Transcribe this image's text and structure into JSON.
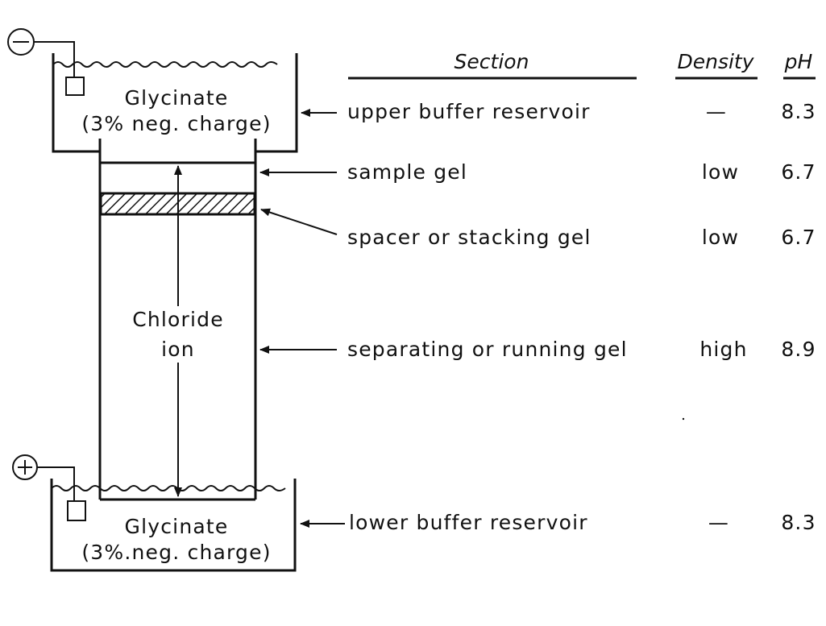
{
  "diagram": {
    "headers": {
      "section": "Section",
      "density": "Density",
      "ph": "pH"
    },
    "upper_reservoir": {
      "line1": "Glycinate",
      "line2": "(3% neg. charge)",
      "electrode_symbol": "⊖"
    },
    "lower_reservoir": {
      "line1": "Glycinate",
      "line2": "(3%.neg. charge)",
      "electrode_symbol": "⊕"
    },
    "column": {
      "line1": "Chloride",
      "line2": "ion"
    },
    "rows": [
      {
        "section": "upper buffer reservoir",
        "density": "—",
        "ph": "8.3"
      },
      {
        "section": "sample gel",
        "density": "low",
        "ph": "6.7"
      },
      {
        "section": "spacer or stacking gel",
        "density": "low",
        "ph": "6.7"
      },
      {
        "section": "separating or running gel",
        "density": "high",
        "ph": "8.9"
      },
      {
        "section": "lower buffer reservoir",
        "density": "—",
        "ph": "8.3"
      }
    ]
  }
}
